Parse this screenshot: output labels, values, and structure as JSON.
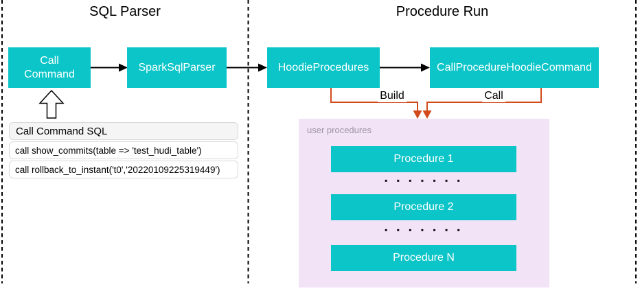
{
  "colors": {
    "node_fill": "#0bc5c8",
    "connector_orange": "#d2491b",
    "user_procedures_fill": "#f3e3f7",
    "panel_header_fill": "#f5f5f5"
  },
  "sections": {
    "left_title": "SQL Parser",
    "right_title": "Procedure Run"
  },
  "nodes": {
    "call_command": "Call Command",
    "spark_sql_parser": "SparkSqlParser",
    "hoodie_procedures": "HoodieProcedures",
    "call_procedure_hoodie_command": "CallProcedureHoodieCommand"
  },
  "edge_labels": {
    "build": "Build",
    "call": "Call"
  },
  "sql_panel": {
    "header": "Call Command SQL",
    "rows": [
      "call show_commits(table => 'test_hudi_table')",
      "call rollback_to_instant('t0','20220109225319449')"
    ]
  },
  "user_procedures": {
    "label": "user procedures",
    "items": [
      "Procedure 1",
      "Procedure 2",
      "Procedure N"
    ],
    "ellipsis": "▪ ▪ ▪ ▪ ▪ ▪ ▪"
  }
}
